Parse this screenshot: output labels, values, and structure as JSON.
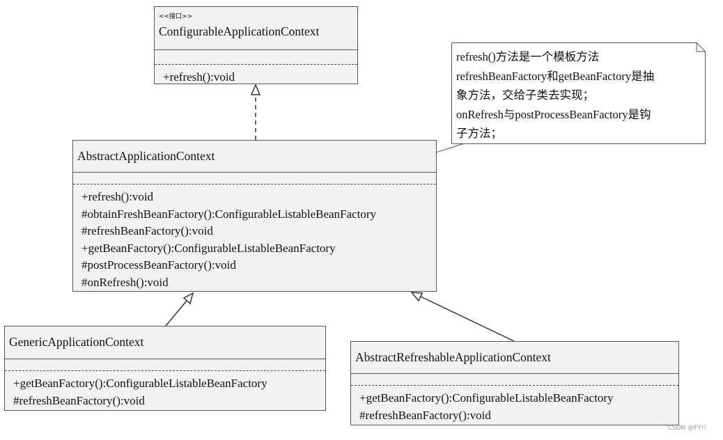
{
  "classes": {
    "configurable": {
      "stereotype": "<<接口>>",
      "name": "ConfigurableApplicationContext",
      "operations": [
        "+refresh():void"
      ]
    },
    "abstract": {
      "name": "AbstractApplicationContext",
      "operations": [
        "+refresh():void",
        "#obtainFreshBeanFactory():ConfigurableListableBeanFactory",
        "#refreshBeanFactory():void",
        "+getBeanFactory():ConfigurableListableBeanFactory",
        "#postProcessBeanFactory():void",
        "#onRefresh():void"
      ]
    },
    "generic": {
      "name": "GenericApplicationContext",
      "operations": [
        "+getBeanFactory():ConfigurableListableBeanFactory",
        "#refreshBeanFactory():void"
      ]
    },
    "refreshable": {
      "name": "AbstractRefreshableApplicationContext",
      "operations": [
        "+getBeanFactory():ConfigurableListableBeanFactory",
        "#refreshBeanFactory():void"
      ]
    }
  },
  "note": {
    "lines": [
      "refresh()方法是一个模板方法",
      "refreshBeanFactory和getBeanFactory是抽",
      "象方法，交给子类去实现；",
      "onRefresh与postProcessBeanFactory是钩",
      "子方法；"
    ]
  },
  "watermark": "CSDN @FY!!"
}
